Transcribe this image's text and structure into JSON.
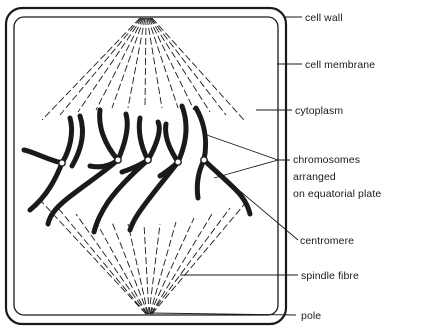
{
  "labels": {
    "cell_wall": "cell wall",
    "cell_membrane": "cell membrane",
    "cytoplasm": "cytoplasm",
    "chromosomes_line1": "chromosomes",
    "chromosomes_line2": "arranged",
    "chromosomes_line3": "on equatorial plate",
    "centromere": "centromere",
    "spindle_fibre": "spindle fibre",
    "pole": "pole"
  },
  "colors": {
    "ink": "#1a1a1a",
    "paper": "#ffffff"
  }
}
